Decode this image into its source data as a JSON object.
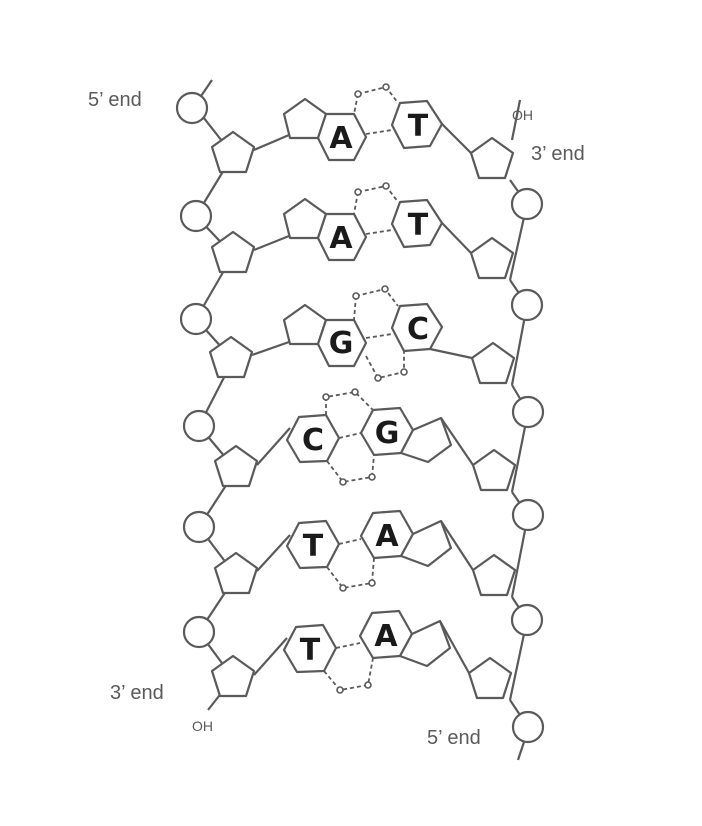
{
  "labels": {
    "top_left_end": "5’ end",
    "top_right_end": "3’ end",
    "bottom_left_end": "3’ end",
    "bottom_right_end": "5’ end",
    "top_right_oh": "OH",
    "bottom_left_oh": "OH"
  },
  "base_pairs": [
    {
      "left": "A",
      "right": "T"
    },
    {
      "left": "A",
      "right": "T"
    },
    {
      "left": "G",
      "right": "C"
    },
    {
      "left": "C",
      "right": "G"
    },
    {
      "left": "T",
      "right": "A"
    },
    {
      "left": "T",
      "right": "A"
    }
  ],
  "colors": {
    "line": "#5a5a5a",
    "letter": "#1a1a1a",
    "background": "#ffffff"
  }
}
